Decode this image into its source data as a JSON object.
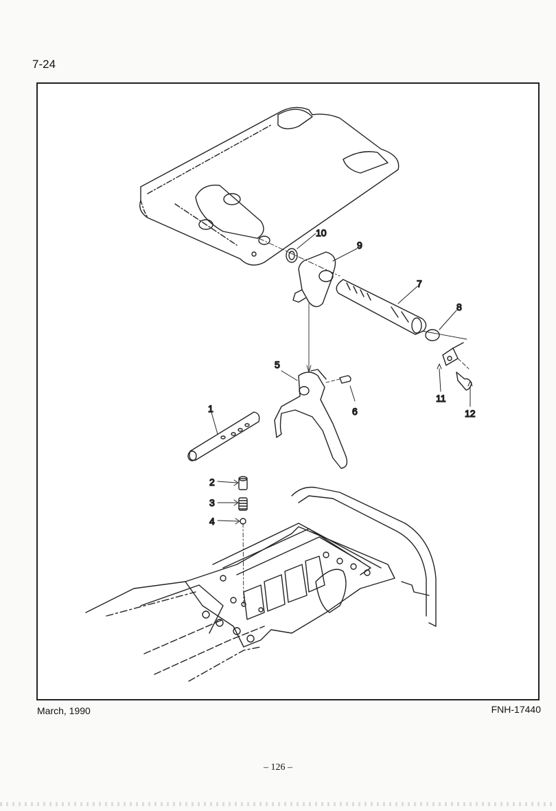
{
  "header": {
    "section": "7-24"
  },
  "diagram": {
    "callouts": [
      "1",
      "2",
      "3",
      "4",
      "5",
      "6",
      "7",
      "8",
      "9",
      "10",
      "11",
      "12"
    ]
  },
  "footer": {
    "date": "March, 1990",
    "doc_number": "FNH-17440",
    "page": "– 126 –"
  }
}
